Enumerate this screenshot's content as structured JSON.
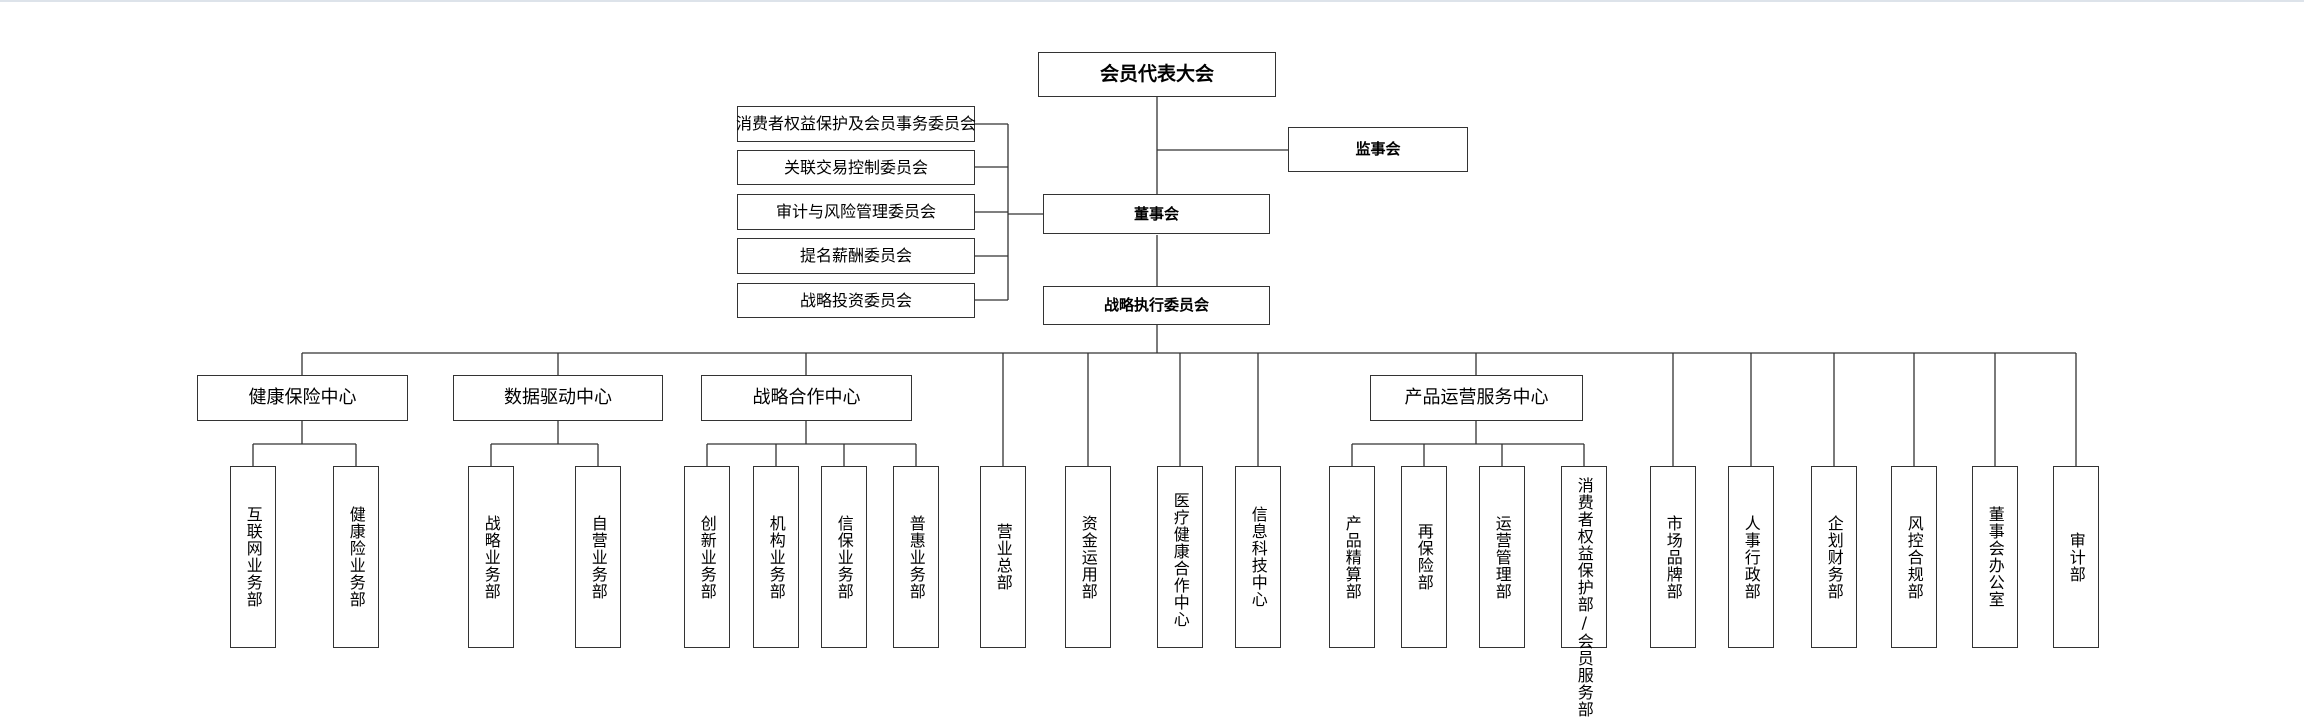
{
  "top": {
    "assembly": "会员代表大会",
    "supervisory_board": "监事会",
    "board": "董事会",
    "exec_committee": "战略执行委员会"
  },
  "committees": [
    "消费者权益保护及会员事务委员会",
    "关联交易控制委员会",
    "审计与风险管理委员会",
    "提名薪酬委员会",
    "战略投资委员会"
  ],
  "centers": {
    "health": "健康保险中心",
    "data": "数据驱动中心",
    "strategy": "战略合作中心",
    "product": "产品运营服务中心"
  },
  "health_depts": [
    "互联网业务部",
    "健康险业务部"
  ],
  "data_depts": [
    "战略业务部",
    "自营业务部"
  ],
  "strategy_depts": [
    "创新业务部",
    "机构业务部",
    "信保业务部",
    "普惠业务部"
  ],
  "direct_depts_a": [
    "营业总部",
    "资金运用部",
    "医疗健康合作中心",
    "信息科技中心"
  ],
  "product_depts": [
    "产品精算部",
    "再保险部",
    "运营管理部",
    "消费者权益保护部/会员服务部"
  ],
  "direct_depts_b": [
    "市场品牌部",
    "人事行政部",
    "企划财务部",
    "风控合规部",
    "董事会办公室",
    "审计部"
  ]
}
